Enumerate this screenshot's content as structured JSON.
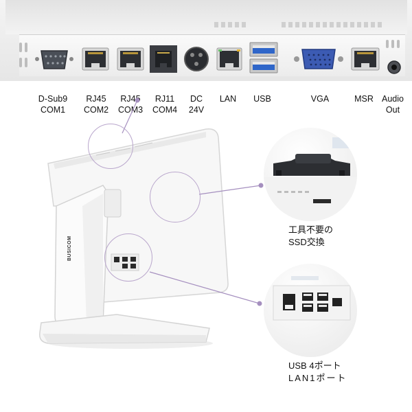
{
  "ports": [
    {
      "line1": "D-Sub9",
      "line2": "COM1"
    },
    {
      "line1": "RJ45",
      "line2": "COM2"
    },
    {
      "line1": "RJ45",
      "line2": "COM3"
    },
    {
      "line1": "RJ11",
      "line2": "COM4"
    },
    {
      "line1": "DC",
      "line2": "24V"
    },
    {
      "line1": "LAN",
      "line2": ""
    },
    {
      "line1": "USB",
      "line2": ""
    },
    {
      "line1": "VGA",
      "line2": ""
    },
    {
      "line1": "MSR",
      "line2": ""
    },
    {
      "line1": "Audio",
      "line2": "Out"
    }
  ],
  "callouts": {
    "ssd": {
      "line1": "工具不要の",
      "line2": "SSD交換"
    },
    "usb": {
      "line1": "USB 4ポート",
      "line2": "LAN1ポート"
    }
  },
  "brand": {
    "logo": "BUSICOM"
  },
  "colors": {
    "callout_ring": "#b9a6cc",
    "leader_line": "#a58fbf",
    "usb_blue": "#2f66c9"
  }
}
